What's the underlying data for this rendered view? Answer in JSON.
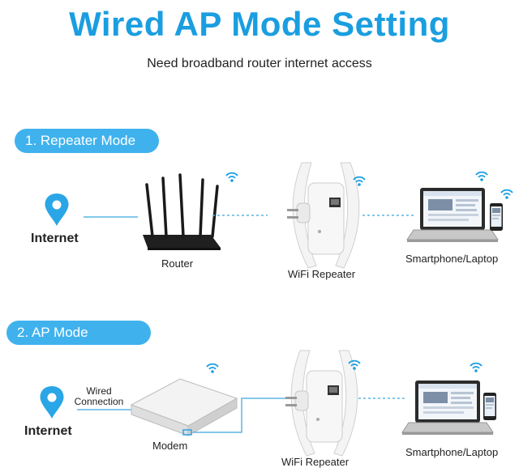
{
  "title": "Wired AP Mode Setting",
  "subtitle": "Need broadband router internet access",
  "modes": [
    {
      "label": "1. Repeater Mode"
    },
    {
      "label": "2. AP Mode"
    }
  ],
  "section1": {
    "internet_label": "Internet",
    "router_label": "Router",
    "repeater_label": "WiFi Repeater",
    "devices_label": "Smartphone/Laptop"
  },
  "section2": {
    "internet_label": "Internet",
    "wired_connection_line1": "Wired",
    "wired_connection_line2": "Connection",
    "modem_label": "Modem",
    "repeater_label": "WiFi Repeater",
    "devices_label": "Smartphone/Laptop"
  },
  "colors": {
    "accent": "#1a9ee0",
    "pill": "#3fb2ee",
    "location_pin": "#2aa6e6",
    "dashed_line": "#5ab6e4"
  }
}
